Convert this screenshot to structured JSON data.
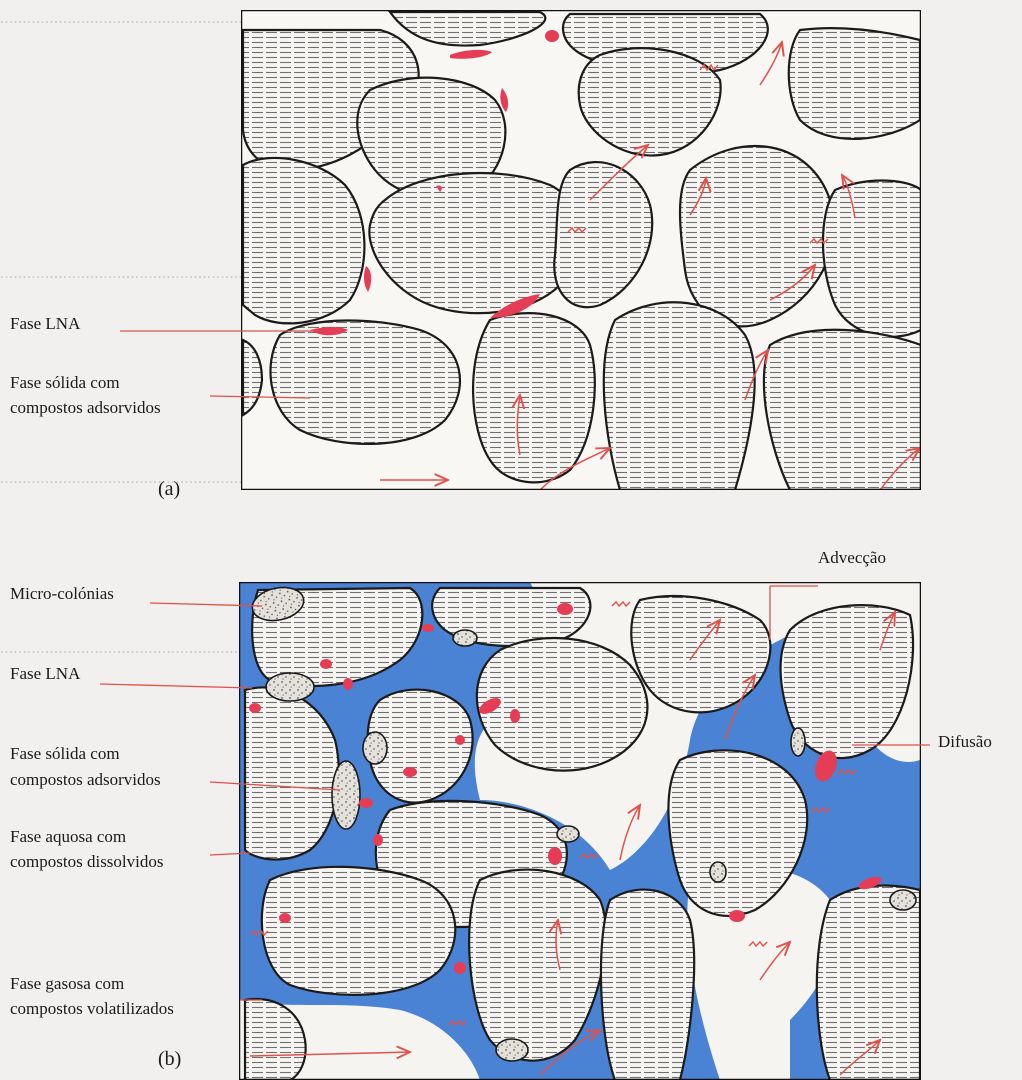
{
  "panel_a": {
    "tag": "(a)",
    "labels": {
      "lna": "Fase LNA",
      "solid_line1": "Fase sólida com",
      "solid_line2": "compostos adsorvidos"
    }
  },
  "panel_b": {
    "tag": "(b)",
    "labels": {
      "micro": "Micro-colónias",
      "lna": "Fase LNA",
      "solid_line1": "Fase sólida com",
      "solid_line2": "compostos adsorvidos",
      "aqueous_line1": "Fase aquosa com",
      "aqueous_line2": "compostos dissolvidos",
      "gas_line1": "Fase gasosa com",
      "gas_line2": "compostos volatilizados",
      "advection": "Advecção",
      "diffusion": "Difusão"
    }
  },
  "colors": {
    "grain_outline": "#1b1b1b",
    "hatch": "#6f6f6f",
    "water": "#3f7ad0",
    "lna": "#e63d56",
    "arrow": "#e0524a",
    "colony": "#d9d6cf",
    "background": "#f1f0ee"
  },
  "icons": [
    "advection-arrow-icon",
    "diffusion-zigzag-icon",
    "micro-colony-icon",
    "lna-blob-icon"
  ]
}
